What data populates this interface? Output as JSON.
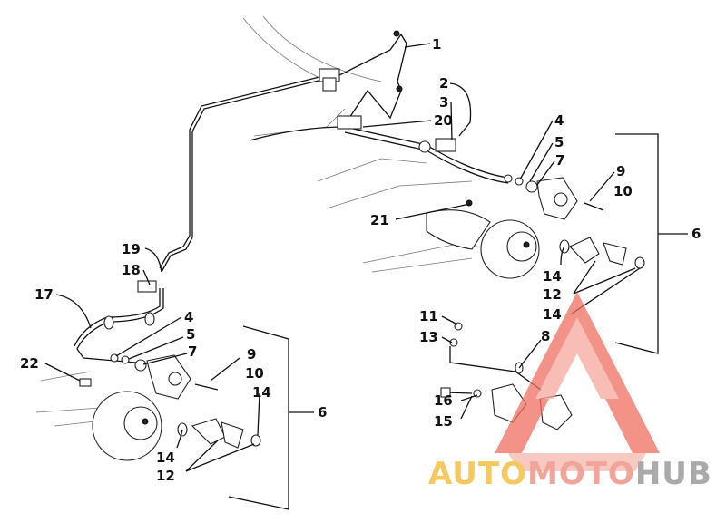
{
  "callouts": [
    "1",
    "2",
    "3",
    "20",
    "4",
    "5",
    "7",
    "9",
    "10",
    "6",
    "21",
    "14",
    "12",
    "14",
    "11",
    "13",
    "8",
    "16",
    "15",
    "19",
    "18",
    "17",
    "4",
    "5",
    "7",
    "9",
    "10",
    "14",
    "6",
    "22",
    "14",
    "12"
  ],
  "watermark": {
    "part1": "AUTO",
    "part2": "MOTO",
    "part3": "HUB",
    "colors": {
      "auto": "#f6c860",
      "moto": "#f1a49a",
      "hub": "#aaaaaa",
      "triangle": "#ef6f5f"
    }
  }
}
